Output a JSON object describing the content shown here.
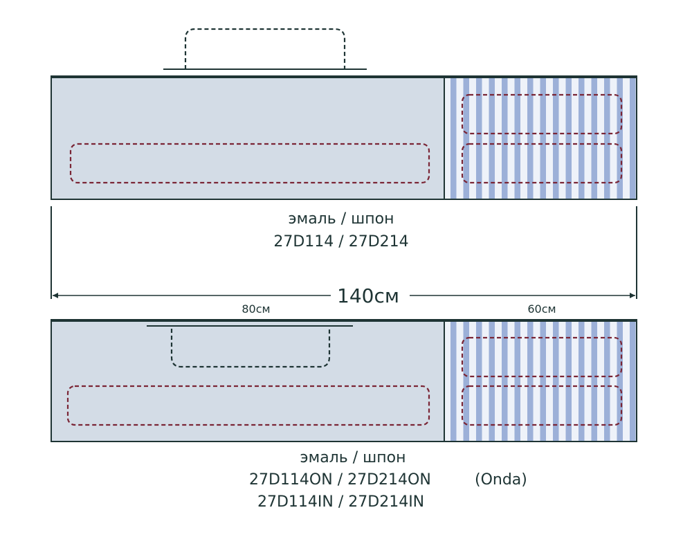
{
  "colors": {
    "panel": "#d3dce6",
    "stripe_blue": "#9cb0d8",
    "stripe_light": "#eef2f9",
    "outline": "#1e3434",
    "drawer_outline": "#7a2535"
  },
  "top_variant": {
    "material": "эмаль / шпон",
    "codes": "27D114 / 27D214"
  },
  "dimensions": {
    "total": "140см",
    "left_section": "80см",
    "right_section": "60см"
  },
  "bottom_variant": {
    "material": "эмаль / шпон",
    "codes_line1": "27D114ON / 27D214ON",
    "note": "(Onda)",
    "codes_line2": "27D114IN / 27D214IN"
  }
}
